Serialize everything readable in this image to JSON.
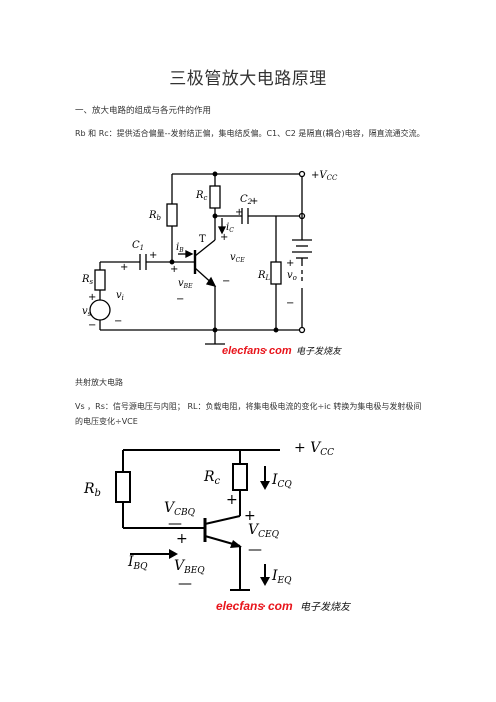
{
  "doc": {
    "title": "三极管放大电路原理",
    "section1": "一、放大电路的组成与各元件的作用",
    "para1": "Rb 和 Rc：提供适合偏量--发射结正偏，集电结反偏。C1、C2 是隔直(耦合)电容，隔直流通交流。",
    "caption1": "共射放大电路",
    "para2": "Vs ，Rs：信号源电压与内阻； RL：负载电阻，将集电极电流的变化÷ic 转换为集电极与发射极间的电压变化÷VCE"
  },
  "figure1": {
    "labels": {
      "vcc": "+V",
      "vcc_sub": "CC",
      "rb": "R",
      "rb_sub": "b",
      "rc": "R",
      "rc_sub": "c",
      "c1": "C",
      "c1_sub": "1",
      "c2": "C",
      "c2_sub": "2",
      "t": "T",
      "ib": "i",
      "ib_sub": "B",
      "ic": "i",
      "ic_sub": "C",
      "vce": "v",
      "vce_sub": "CE",
      "vbe": "v",
      "vbe_sub": "BE",
      "rs": "R",
      "rs_sub": "s",
      "vi": "v",
      "vi_sub": "i",
      "vs": "v",
      "vs_sub": "s",
      "rl": "R",
      "rl_sub": "L",
      "vo": "v",
      "vo_sub": "o",
      "plus": "+",
      "minus": "−"
    },
    "watermark": {
      "brand": "elecfans",
      "dot": "·",
      "com": "com",
      "cn": "电子发烧友"
    }
  },
  "figure2": {
    "labels": {
      "vcc": "+ V",
      "vcc_sub": "CC",
      "rb": "R",
      "rb_sub": "b",
      "rc": "R",
      "rc_sub": "c",
      "icq": "I",
      "icq_sub": "CQ",
      "vcbq": "V",
      "vcbq_sub": "CBQ",
      "vceq": "V",
      "vceq_sub": "CEQ",
      "ibq": "I",
      "ibq_sub": "BQ",
      "vbeq": "V",
      "vbeq_sub": "BEQ",
      "ieq": "I",
      "ieq_sub": "EQ",
      "plus": "+",
      "minus": "—"
    },
    "watermark": {
      "brand": "elecfans",
      "dot": "·",
      "com": "com",
      "cn": "电子发烧友"
    }
  }
}
